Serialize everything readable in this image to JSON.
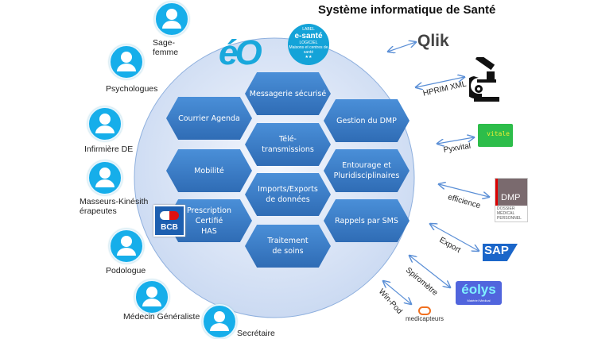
{
  "title": "Système informatique de Santé",
  "logos": {
    "eo": "éO",
    "esante": {
      "top": "LABEL",
      "main": "e-santé",
      "sub": "LOGICIEL",
      "desc": "Maisons et centres de santé",
      "stars": "★★"
    },
    "bcb": "BCB"
  },
  "modules": [
    "Messagerie sécurisé",
    "Courrier Agenda",
    "Gestion du DMP",
    "Télé-transmissions",
    "Mobilité",
    "Entourage et Pluridisciplinaires",
    "Imports/Exports de données",
    "Prescription Certifié HAS",
    "Rappels par SMS",
    "Traitement de soins"
  ],
  "professionals": [
    "Sage-femme",
    "Psychologues",
    "Infirmière DE",
    "Masseurs-Kinésithérapeutes",
    "Podologue",
    "Médecin Généraliste",
    "Secrétaire"
  ],
  "connections": [
    {
      "label": "",
      "partner": "Qlik"
    },
    {
      "label": "HPRIM XML",
      "partner": "microscope"
    },
    {
      "label": "Pyxvital",
      "partner": "vitale"
    },
    {
      "label": "efficience",
      "partner": "DMP"
    },
    {
      "label": "Export",
      "partner": "SAP"
    },
    {
      "label": "Spiromètre",
      "partner": "éolys"
    },
    {
      "label": "Win-Pod",
      "partner": "medicapteurs"
    }
  ],
  "partner_logos": {
    "dmp": {
      "main": "DMP",
      "sub": "DOSSIER MÉDICAL PERSONNEL"
    },
    "vitale": "vitale",
    "eolys_sub": "Matériel Médical"
  },
  "colors": {
    "hex": "#3a7cc8",
    "circle": "#dbe6f7",
    "person": "#16aeea",
    "arrow": "#5b8fd6"
  }
}
